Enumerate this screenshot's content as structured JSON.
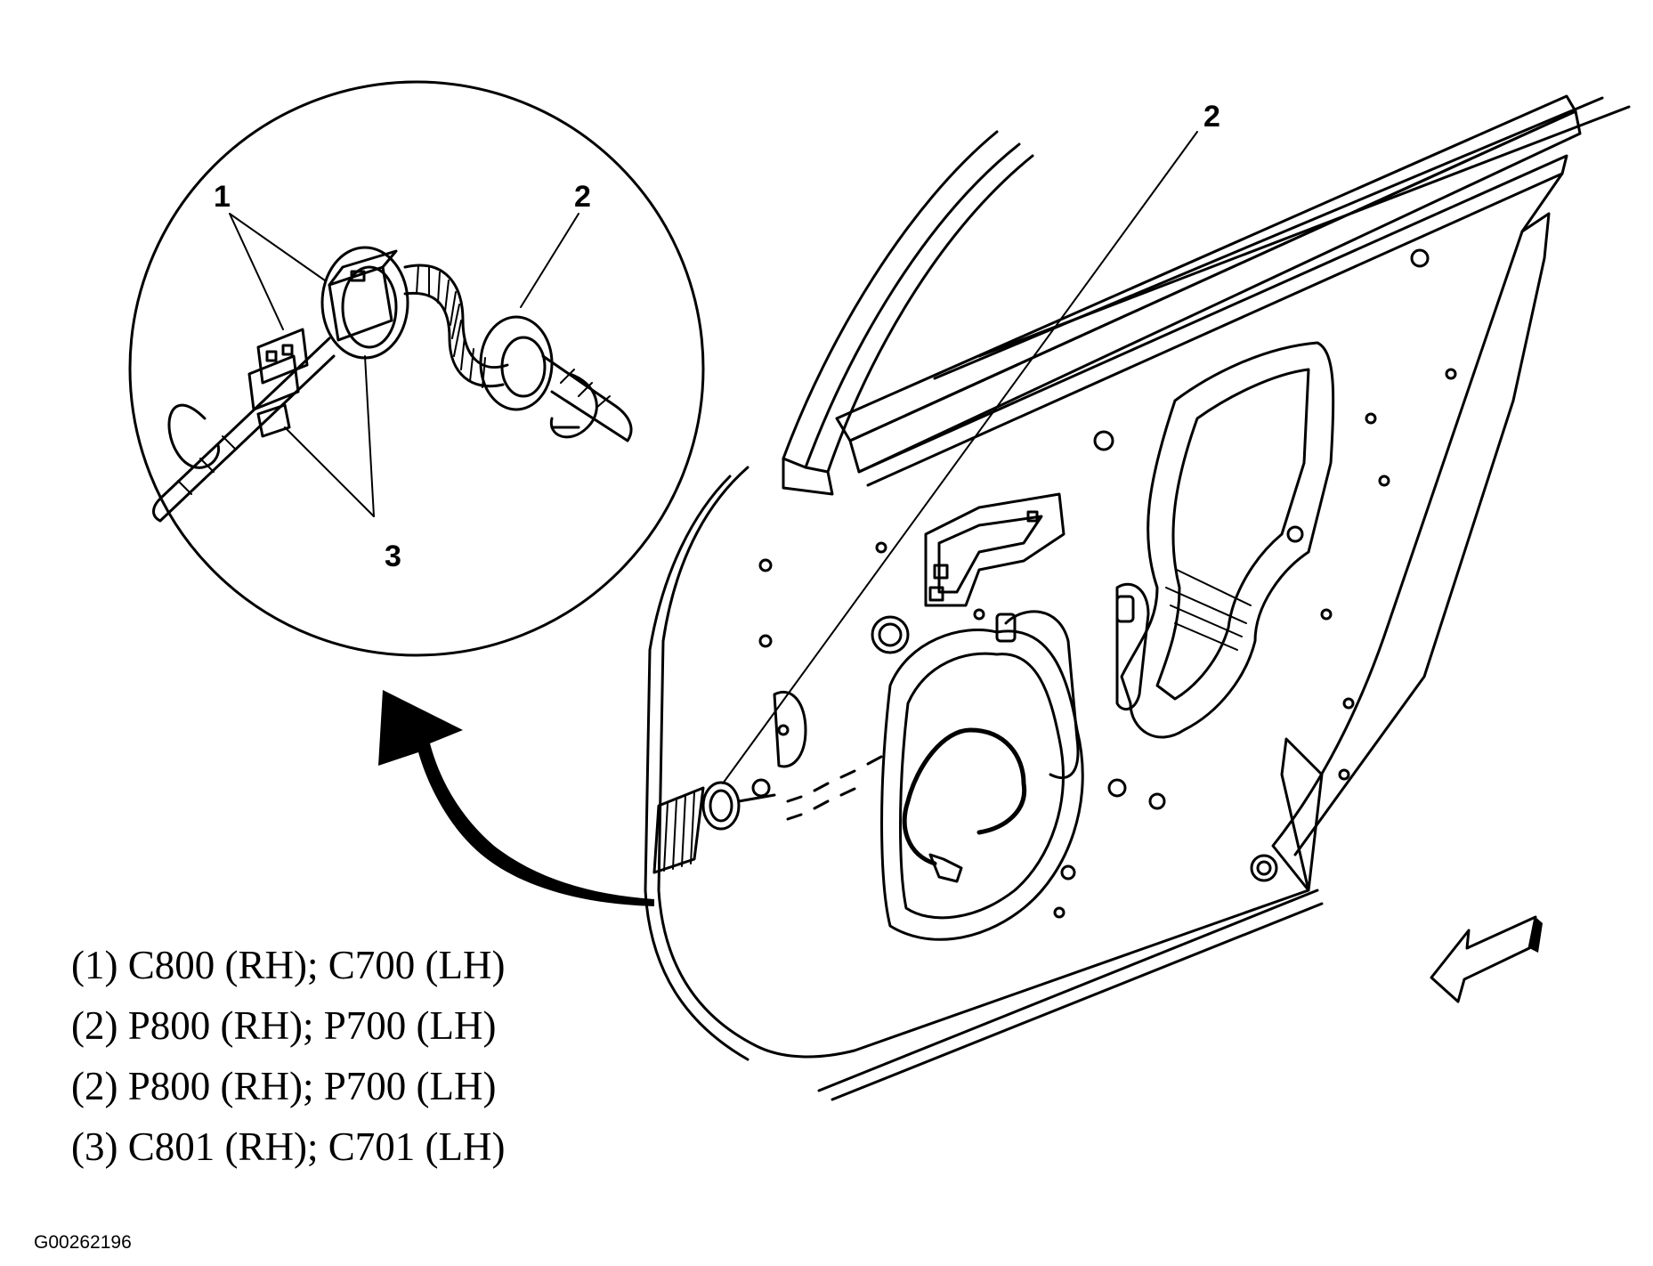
{
  "callouts": {
    "detail_1": "1",
    "detail_2": "2",
    "detail_3": "3",
    "main_2": "2"
  },
  "legend": [
    "(1) C800 (RH); C700 (LH)",
    "(2) P800 (RH); P700 (LH)",
    "(2) P800 (RH); P700 (LH)",
    "(3) C801 (RH); C701 (LH)"
  ],
  "figure_id": "G00262196",
  "icons": {
    "magnify": "detail-circle-icon",
    "curved_arrow": "curved-arrow-icon",
    "direction": "direction-arrow-icon"
  },
  "colors": {
    "ink": "#000000",
    "paper": "#ffffff"
  }
}
